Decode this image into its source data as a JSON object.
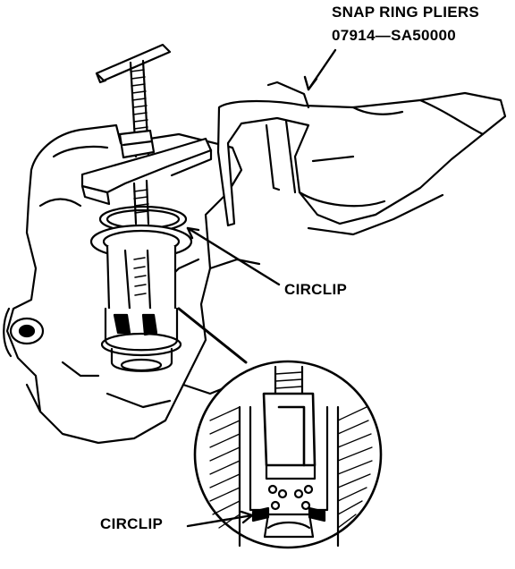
{
  "labels": {
    "tool_name": "SNAP RING PLIERS",
    "tool_number": "07914—SA50000",
    "circlip_upper": "CIRCLIP",
    "circlip_lower": "CIRCLIP"
  },
  "colors": {
    "ink": "#000000",
    "paper": "#ffffff"
  }
}
